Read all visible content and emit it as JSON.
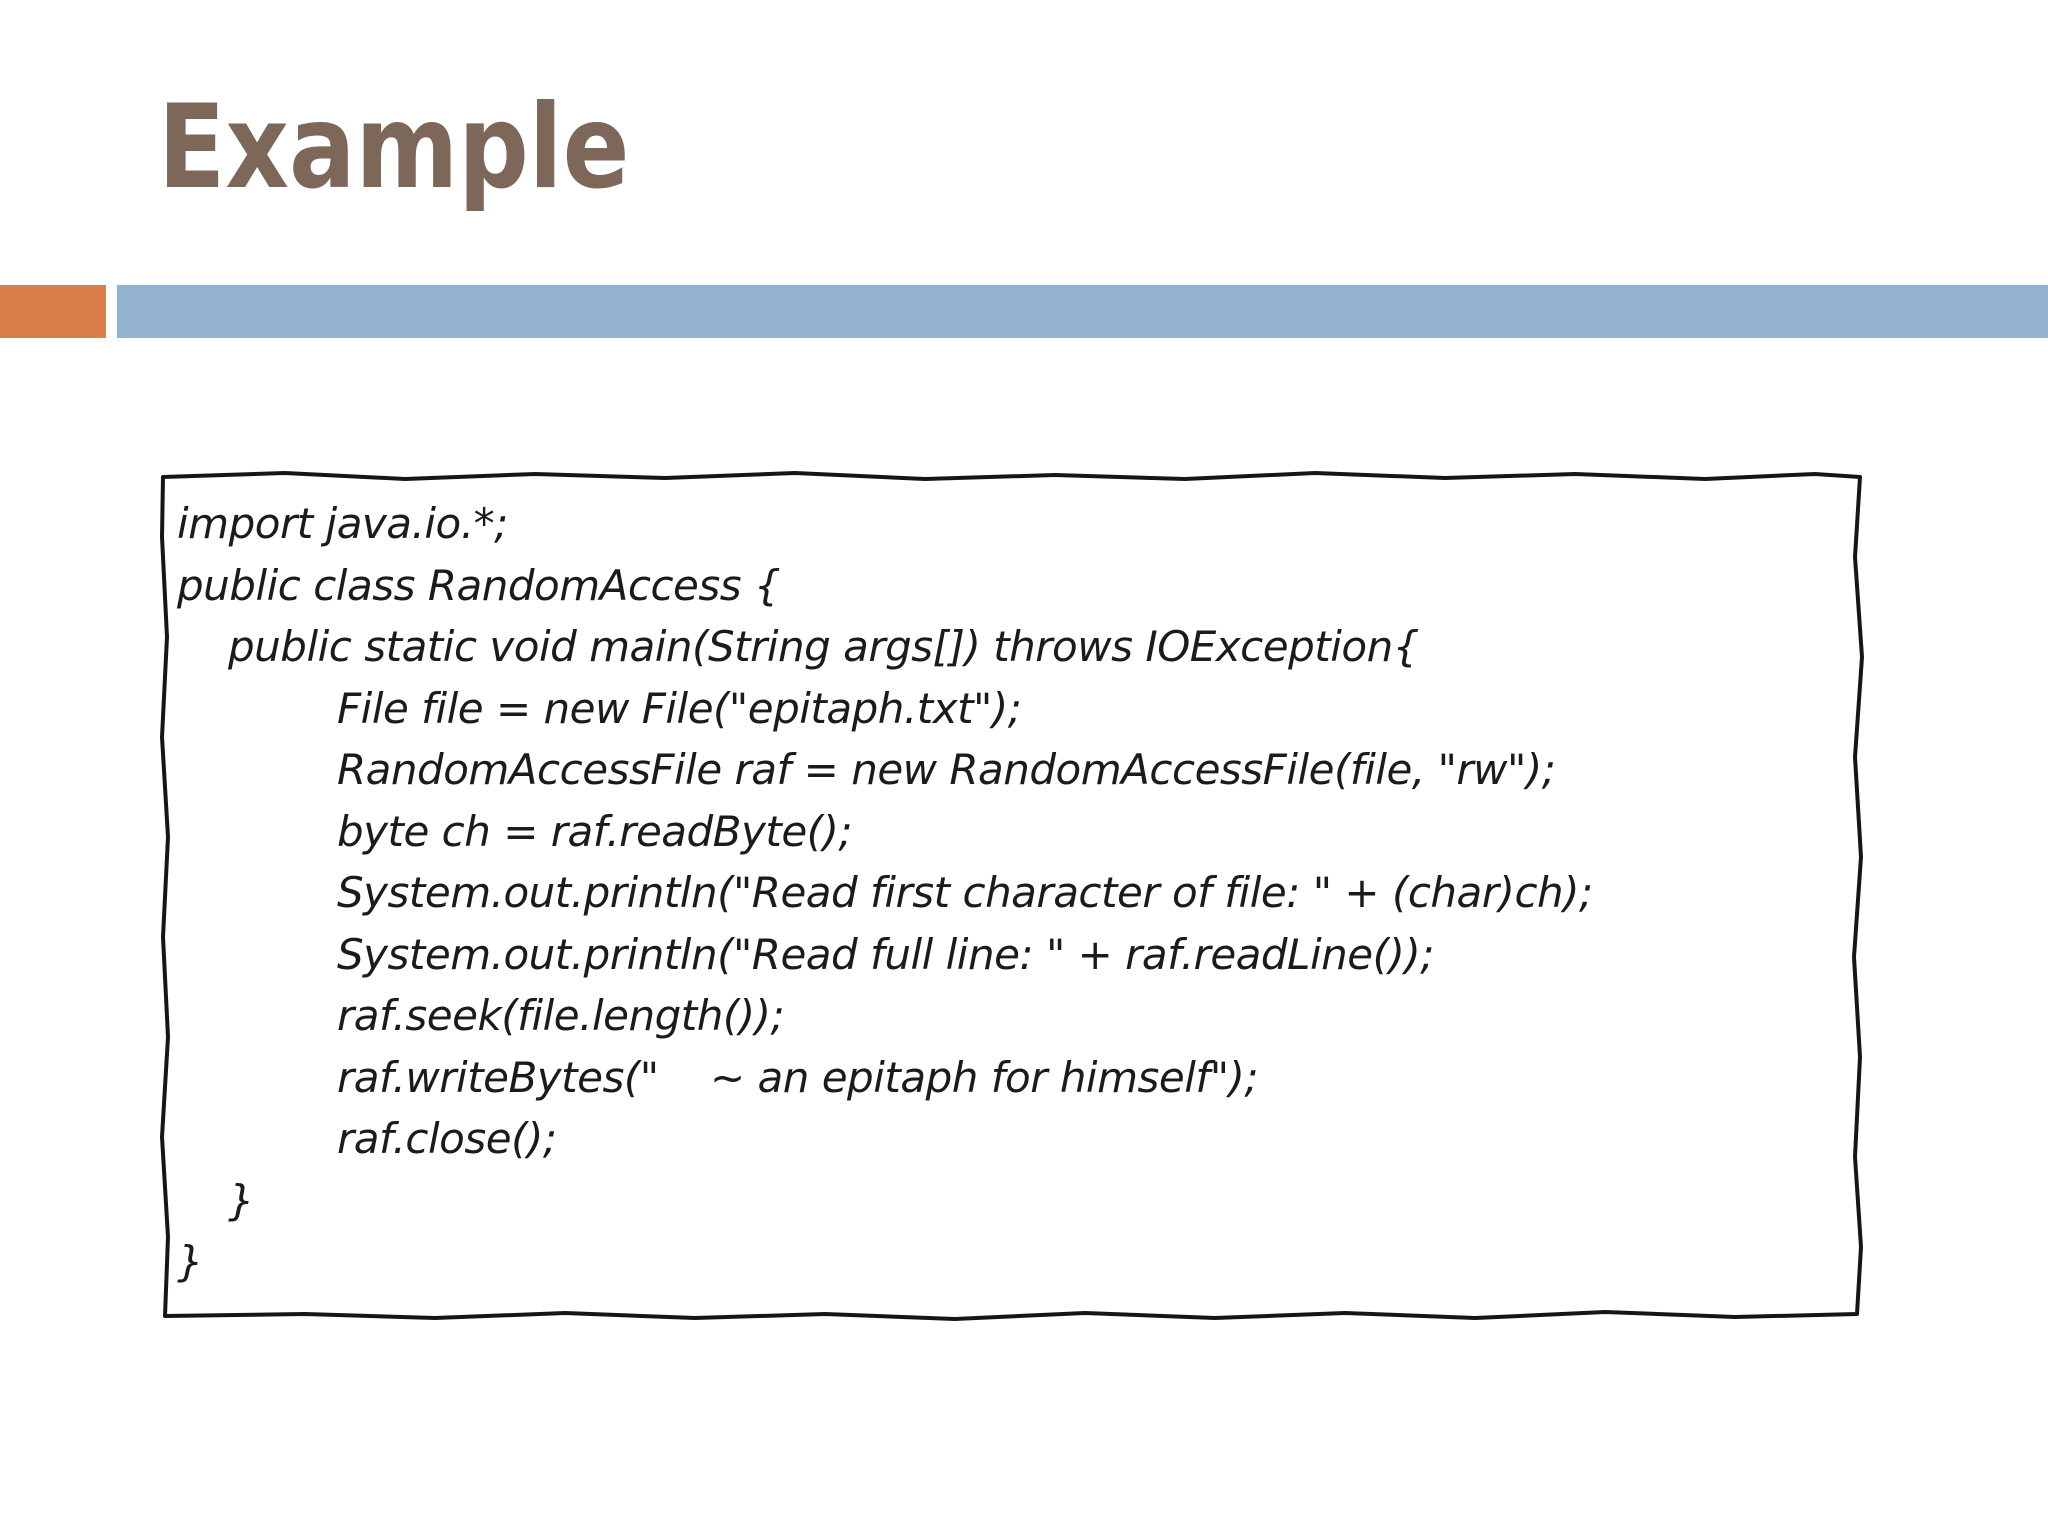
{
  "slide": {
    "title": "Example",
    "colors": {
      "title_brown": "#7d6759",
      "accent_orange": "#d97f47",
      "accent_blue": "#93b2cd",
      "code_text": "#1b1b1b",
      "border_ink": "#161616",
      "background": "#ffffff"
    },
    "code_panel": {
      "lines": [
        {
          "indent": 0,
          "text": "import java.io.*;"
        },
        {
          "indent": 0,
          "text": "public class RandomAccess {"
        },
        {
          "indent": 1,
          "text": "public static void main(String args[]) throws IOException{"
        },
        {
          "indent": 2,
          "text": "File file = new File(\"epitaph.txt\");"
        },
        {
          "indent": 2,
          "text": "RandomAccessFile raf = new RandomAccessFile(file, \"rw\");"
        },
        {
          "indent": 2,
          "text": "byte ch = raf.readByte();"
        },
        {
          "indent": 2,
          "text": "System.out.println(\"Read first character of file: \" + (char)ch);"
        },
        {
          "indent": 2,
          "text": "System.out.println(\"Read full line: \" + raf.readLine());"
        },
        {
          "indent": 2,
          "text": "raf.seek(file.length());"
        },
        {
          "indent": 2,
          "text": "raf.writeBytes(\"    ~ an epitaph for himself\");"
        },
        {
          "indent": 2,
          "text": "raf.close();"
        },
        {
          "indent": 1,
          "text": "}"
        },
        {
          "indent": 0,
          "text": "}"
        }
      ]
    }
  }
}
